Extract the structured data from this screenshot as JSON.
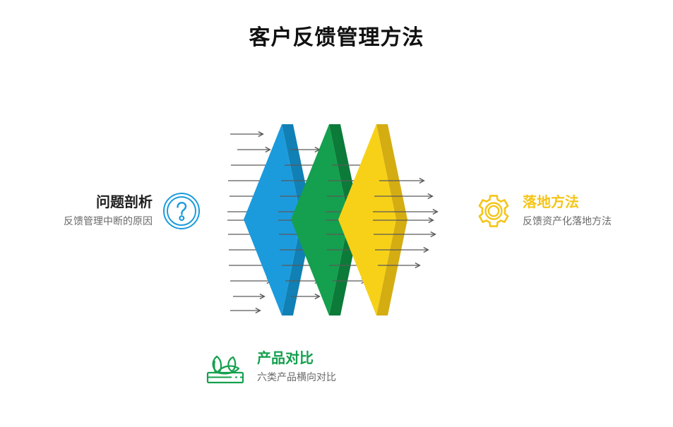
{
  "page": {
    "title": "客户反馈管理方法",
    "background": "#ffffff"
  },
  "colors": {
    "blue": "#1b9bdc",
    "blue_dark": "#1180b5",
    "green": "#14a04e",
    "green_dark": "#0c7a39",
    "yellow": "#f7d117",
    "yellow_dark": "#d4ad12",
    "arrow": "#5a5a5a",
    "title_text": "#111111",
    "sub_text": "#6a6a6a"
  },
  "callouts": {
    "left": {
      "icon": "question-circle-icon",
      "icon_color": "#1b9bdc",
      "title": "问题剖析",
      "subtitle": "反馈管理中断的原因"
    },
    "right": {
      "icon": "gear-icon",
      "icon_color": "#f5c518",
      "title": "落地方法",
      "subtitle": "反馈资产化落地方法"
    },
    "bottom": {
      "icon": "plant-box-icon",
      "icon_color": "#14a04e",
      "title": "产品对比",
      "subtitle": "六类产品横向对比"
    }
  },
  "diagram": {
    "type": "funnel-filter",
    "description": "三层菱形过滤漏斗",
    "stages": [
      {
        "name": "blue-filter",
        "color": "#1b9bdc",
        "edge": "#1180b5",
        "input_arrows": 12,
        "output_arrows": 11
      },
      {
        "name": "green-filter",
        "color": "#14a04e",
        "edge": "#0c7a39",
        "input_arrows": 11,
        "output_arrows": 9
      },
      {
        "name": "yellow-filter",
        "color": "#f7d117",
        "edge": "#d4ad12",
        "input_arrows": 9,
        "output_arrows": 7
      }
    ]
  }
}
